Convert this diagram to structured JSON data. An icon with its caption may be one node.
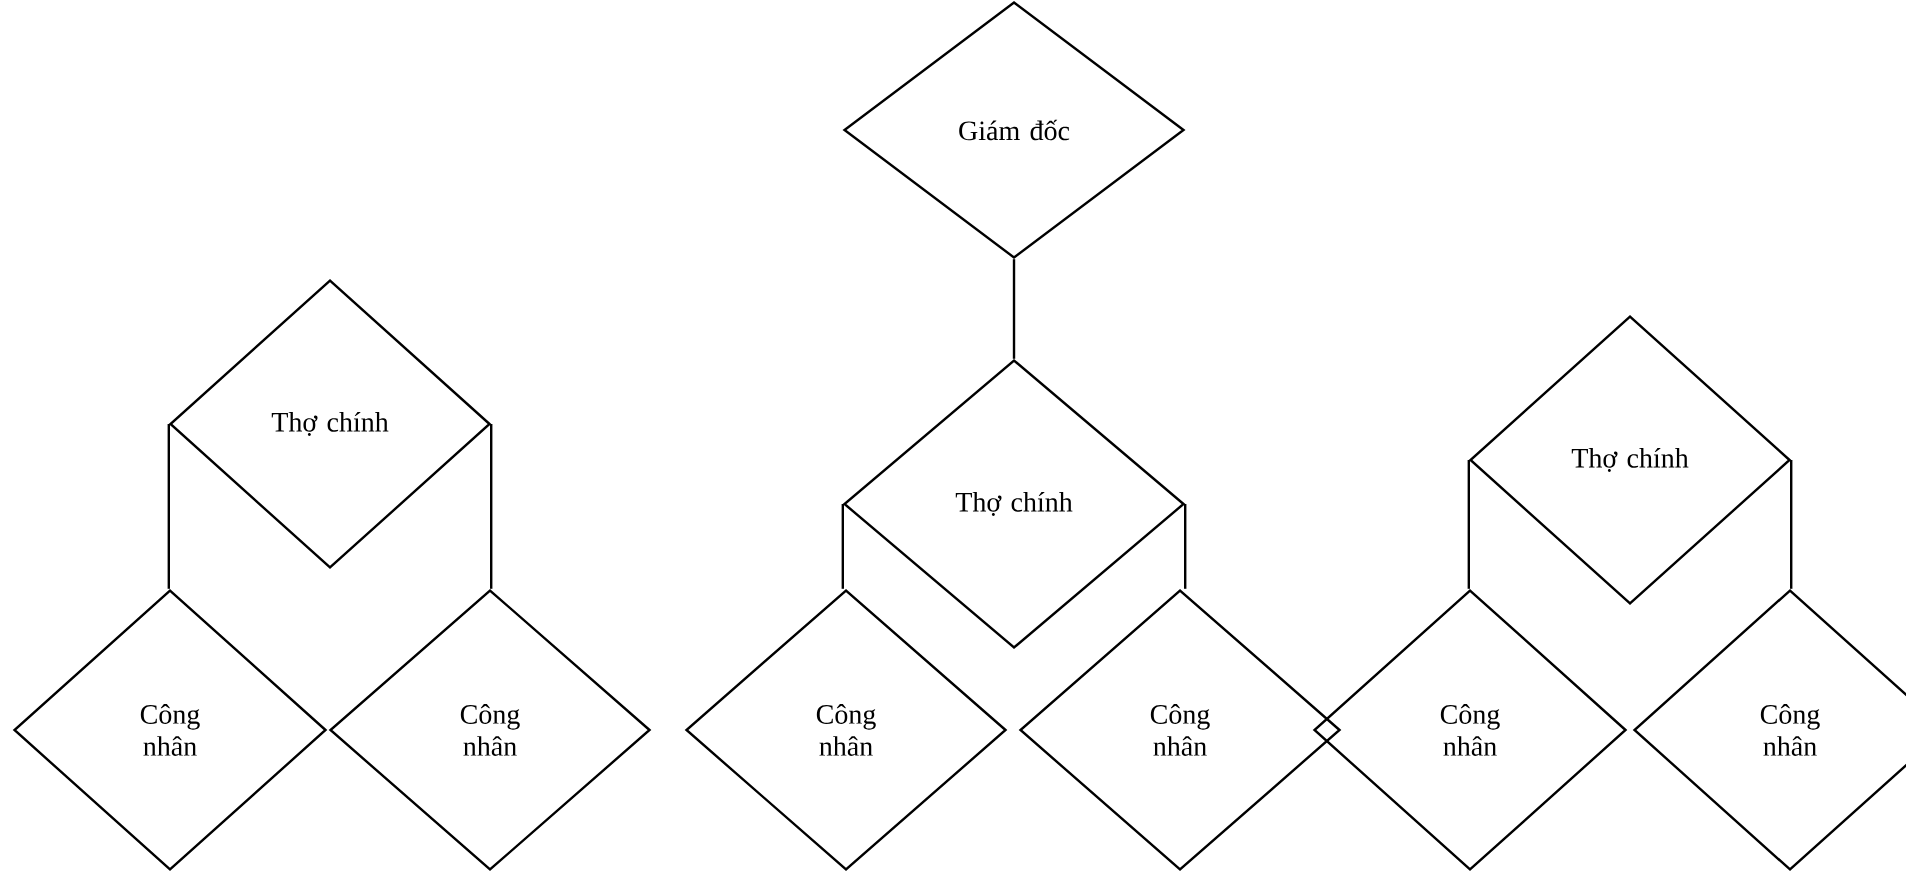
{
  "diagram": {
    "nodes": [
      {
        "text": [
          "Giám đốc"
        ]
      },
      {
        "text": [
          "Thợ chính"
        ]
      },
      {
        "text": [
          "Công nhân"
        ]
      },
      {
        "text": [
          "Công nhân"
        ]
      },
      {
        "text": [
          "Thợ chính"
        ]
      },
      {
        "text": [
          "Công nhân"
        ]
      },
      {
        "text": [
          "Công nhân"
        ]
      },
      {
        "text": [
          "Thợ chính"
        ]
      },
      {
        "text": [
          "Công nhân"
        ]
      },
      {
        "text": [
          "Công nhân"
        ]
      }
    ],
    "edges": [
      {
        "from": 0,
        "to": 4,
        "arrow": "none"
      },
      {
        "from": 1,
        "to": 2,
        "arrow": "none"
      },
      {
        "from": 1,
        "to": 3,
        "arrow": "none"
      },
      {
        "from": 4,
        "to": 5,
        "arrow": "none"
      },
      {
        "from": 4,
        "to": 6,
        "arrow": "none"
      },
      {
        "from": 7,
        "to": 8,
        "arrow": "none"
      },
      {
        "from": 7,
        "to": 9,
        "arrow": "none"
      }
    ]
  }
}
